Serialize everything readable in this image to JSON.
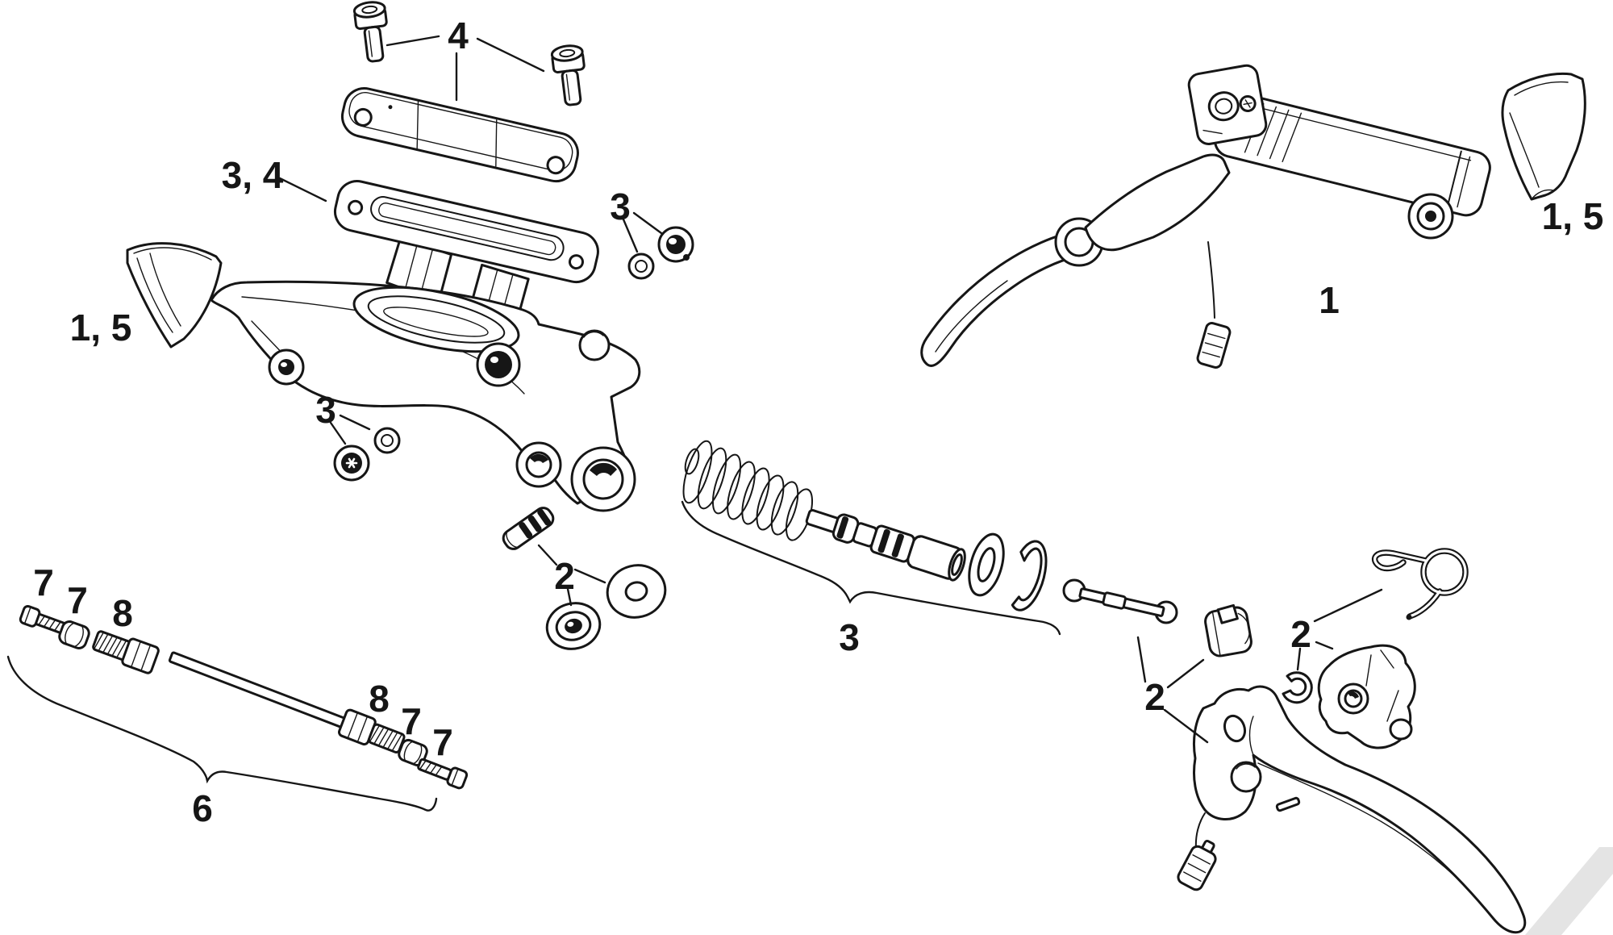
{
  "figure": {
    "kind": "exploded-parts-diagram",
    "colors": {
      "line": "#161616",
      "background": "#ffffff",
      "watermark": "#e4e4e4"
    }
  },
  "callouts": [
    {
      "id": "cover-bolts",
      "text": "4"
    },
    {
      "id": "cover-and-diaphragm",
      "text": "3, 4"
    },
    {
      "id": "bushing-and-oring",
      "text": "3"
    },
    {
      "id": "clamp-cover-left",
      "text": "1, 5"
    },
    {
      "id": "bleed-screw",
      "text": "3"
    },
    {
      "id": "pin-washer-cup",
      "text": "2"
    },
    {
      "id": "piston-kit",
      "text": "3"
    },
    {
      "id": "lever-assembly",
      "text": "1"
    },
    {
      "id": "clamp-cover-right",
      "text": "1, 5"
    },
    {
      "id": "pushrod-kit",
      "text": "2"
    },
    {
      "id": "spring-lockring",
      "text": "2"
    },
    {
      "id": "hose-barb-left",
      "text": "7"
    },
    {
      "id": "hose-olive-left",
      "text": "7"
    },
    {
      "id": "hose-nut-left",
      "text": "8"
    },
    {
      "id": "hose-nut-right",
      "text": "8"
    },
    {
      "id": "hose-olive-right",
      "text": "7"
    },
    {
      "id": "hose-barb-right",
      "text": "7"
    },
    {
      "id": "hose-kit",
      "text": "6"
    }
  ]
}
